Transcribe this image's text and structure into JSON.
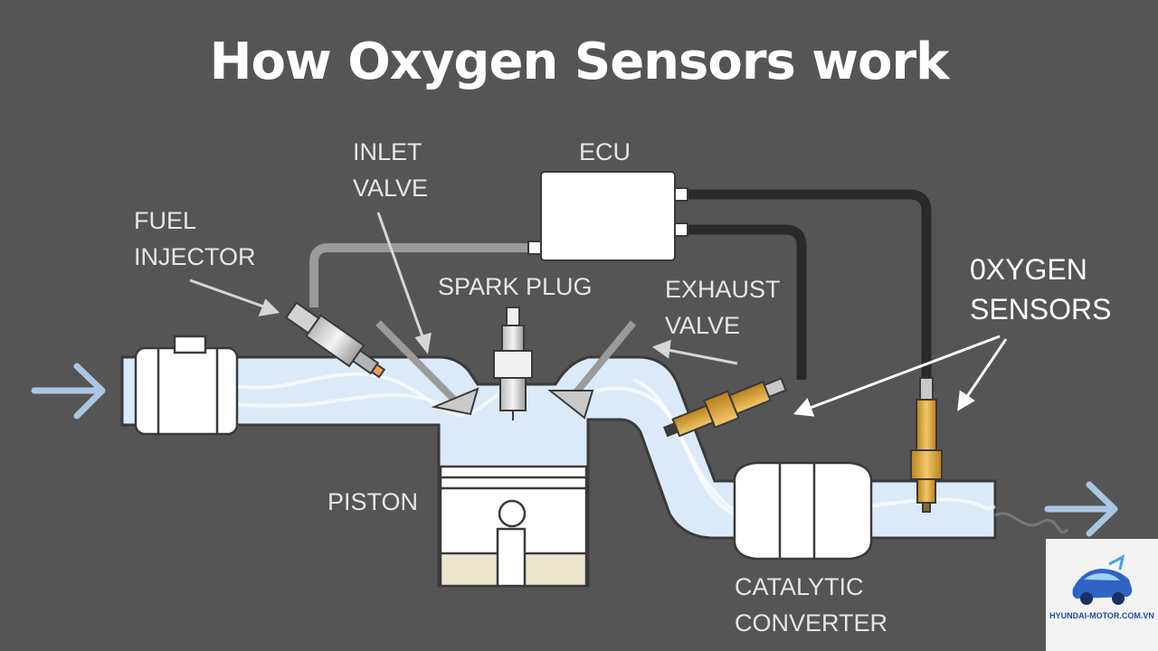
{
  "title": "How Oxygen Sensors work",
  "labels": {
    "fuel_injector": "FUEL\nINJECTOR",
    "inlet_valve": "INLET\nVALVE",
    "ecu": "ECU",
    "spark_plug": "SPARK PLUG",
    "exhaust_valve": "EXHAUST\nVALVE",
    "oxygen_sensors": "0XYGEN\nSENSORS",
    "piston": "PISTON",
    "catalytic_converter": "CATALYTIC\nCONVERTER"
  },
  "logo": {
    "text": "HYUNDAI-MOTOR.COM.VN"
  },
  "colors": {
    "background": "#555555",
    "pipe_fill": "#dbeaf8",
    "flow_arrow": "#a9c6e4",
    "sensor": "#d8a234",
    "ecu_box": "#ffffff",
    "wire": "#2a2a2a"
  }
}
